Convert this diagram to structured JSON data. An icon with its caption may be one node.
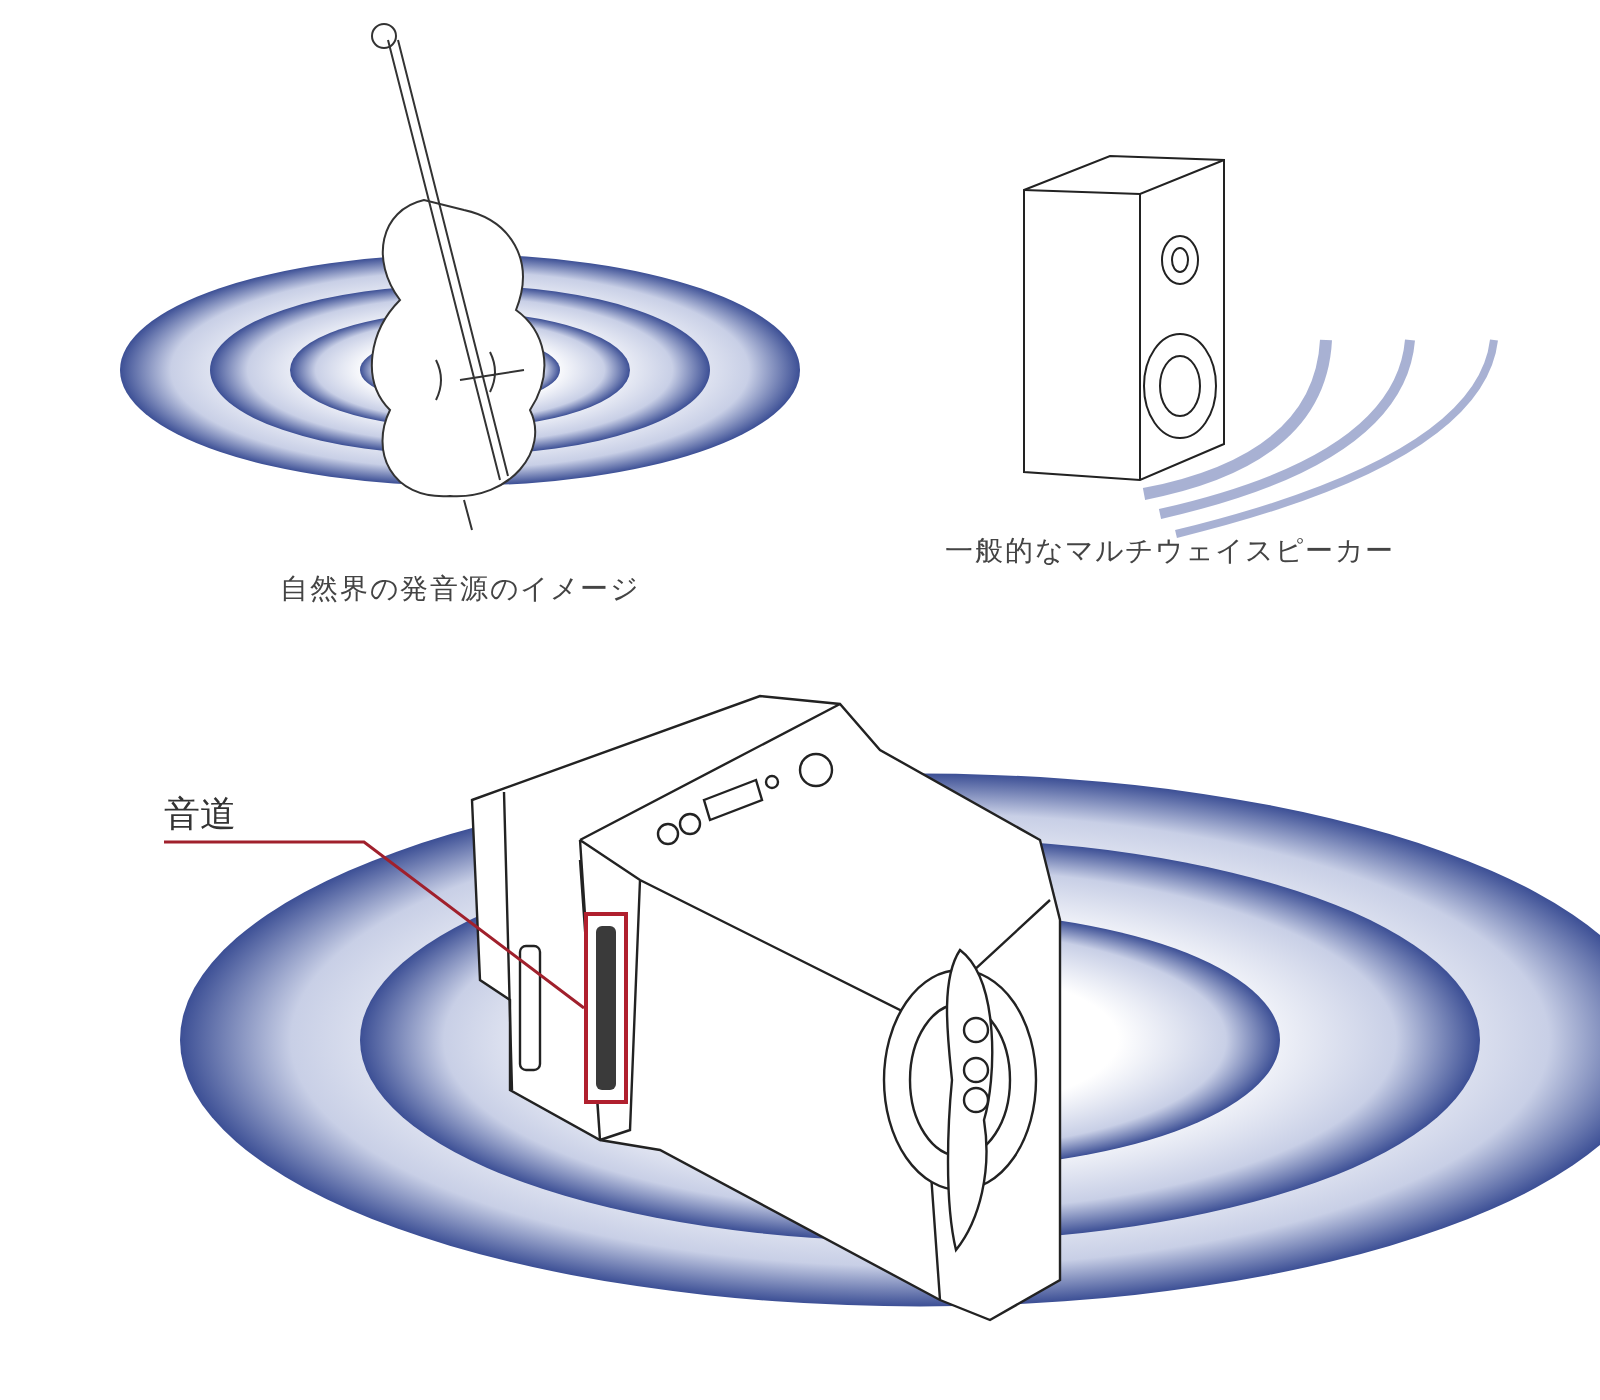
{
  "diagram": {
    "nodes": [
      {
        "text": [
          "音道"
        ]
      },
      {
        "text": [],
        "shape": "box"
      }
    ],
    "edges": [
      {
        "from": 0,
        "to": 1,
        "arrow": "none",
        "color": "#a0202c"
      }
    ],
    "labels": [
      "自然界の発音源のイメージ",
      "一般的なマルチウェイスピーカー"
    ]
  }
}
